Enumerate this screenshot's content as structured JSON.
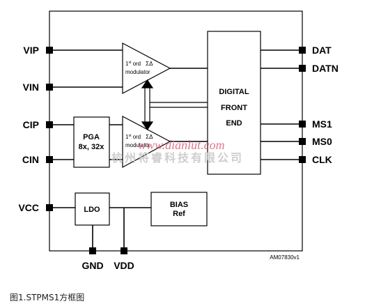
{
  "pins": {
    "vip": "VIP",
    "vin": "VIN",
    "cip": "CIP",
    "cin": "CIN",
    "vcc": "VCC",
    "dat": "DAT",
    "datn": "DATN",
    "ms1": "MS1",
    "ms0": "MS0",
    "clk": "CLK",
    "gnd": "GND",
    "vdd": "VDD"
  },
  "blocks": {
    "modulator_top": {
      "order": "1",
      "order_sup": "st",
      "line1_rest": " ord",
      "sigma": "ΣΔ",
      "line2": "modulator"
    },
    "modulator_bottom": {
      "order": "1",
      "order_sup": "st",
      "line1_rest": " ord",
      "sigma": "ΣΔ",
      "line2": "modulator"
    },
    "pga": {
      "line1": "PGA",
      "line2": "8x, 32x"
    },
    "dfe": {
      "line1": "DIGITAL",
      "line2": "FRONT",
      "line3": "END"
    },
    "ldo": {
      "label": "LDO"
    },
    "bias": {
      "line1": "BIAS",
      "line2": "Ref"
    }
  },
  "ref_code": "AM07830v1",
  "watermark": {
    "url": "www.dianlut.com",
    "company": "杭州将睿科技有限公司"
  },
  "caption": "图1.STPMS1方框图"
}
